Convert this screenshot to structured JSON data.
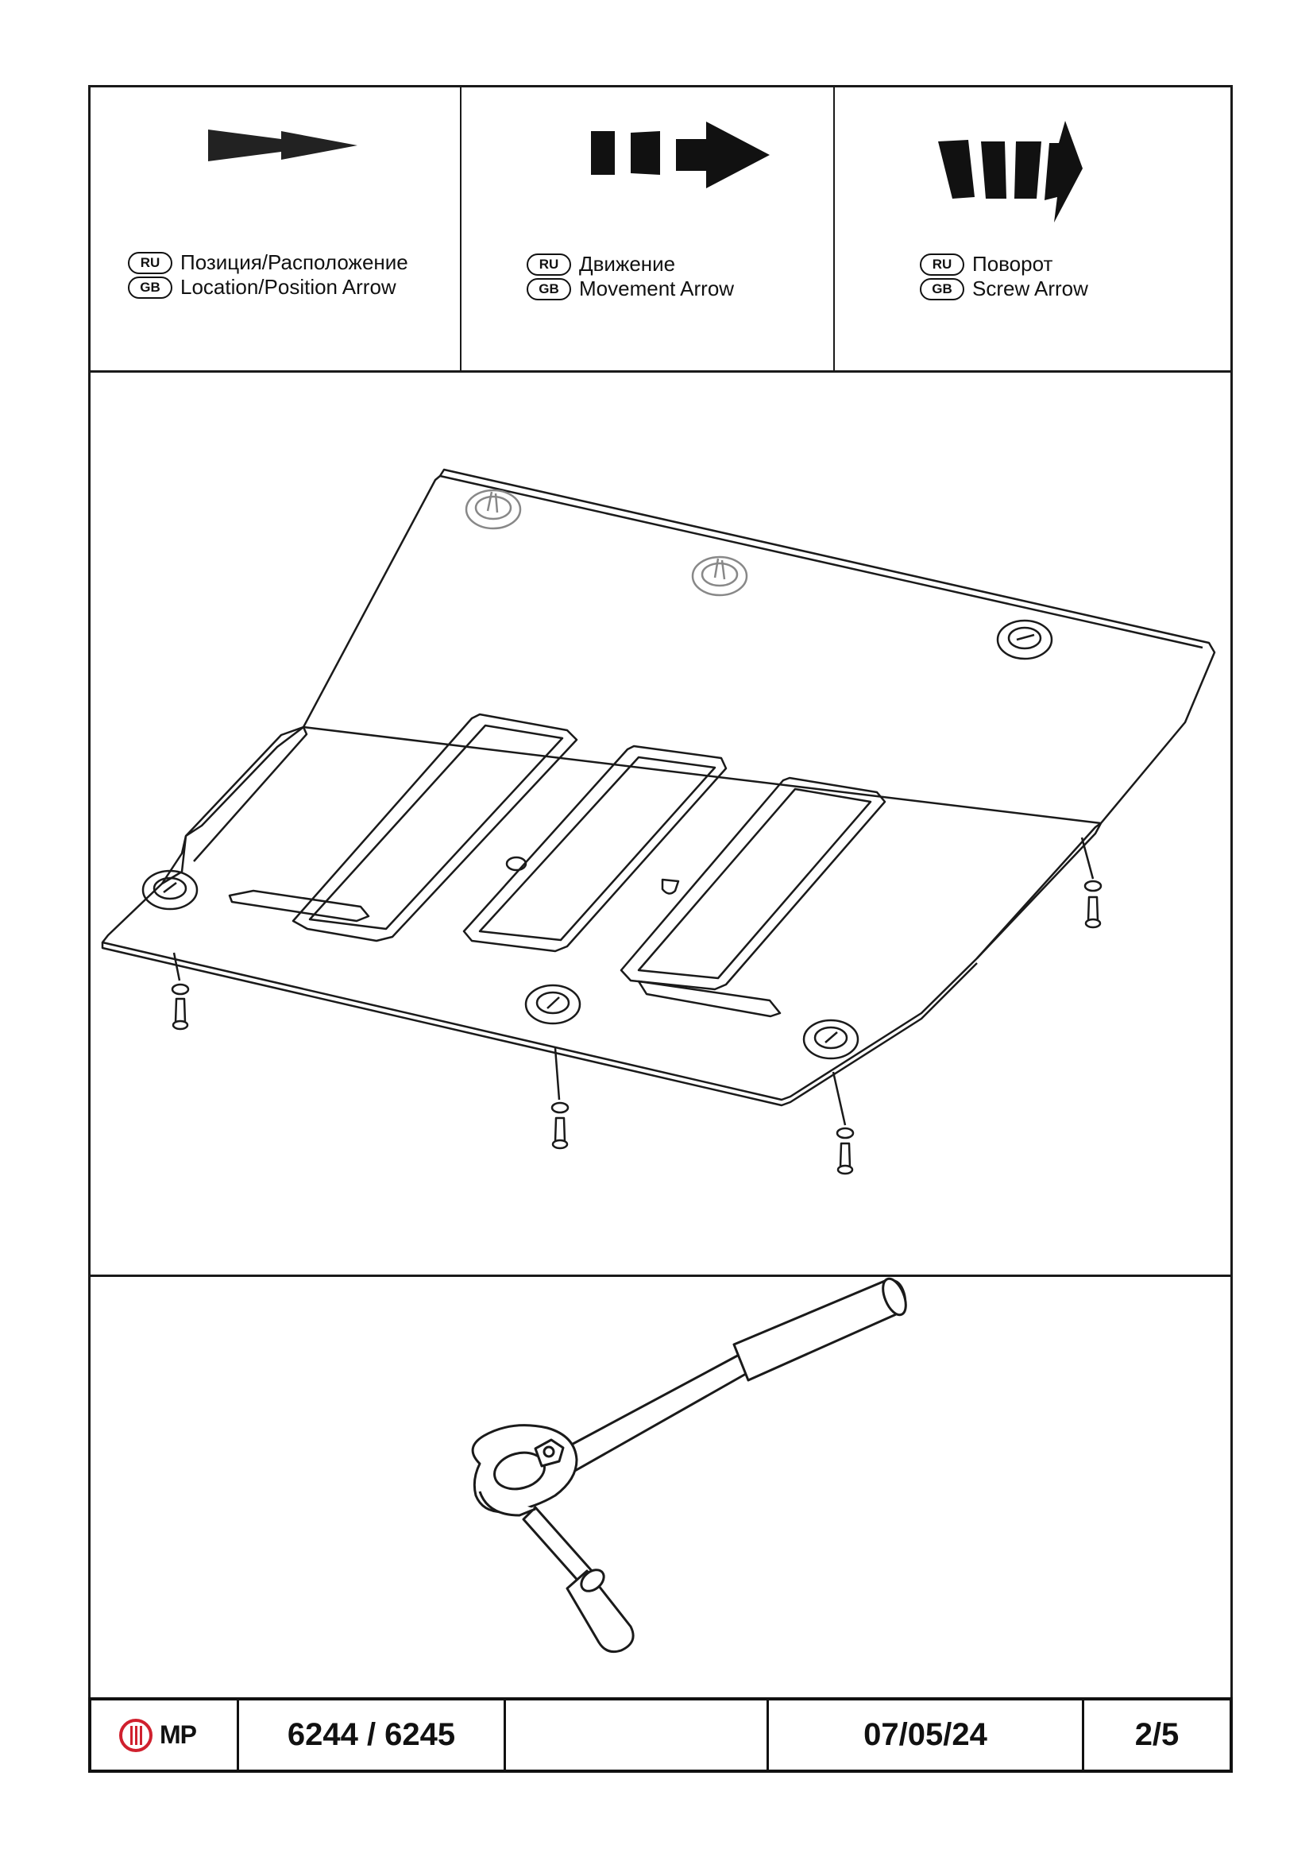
{
  "legend": [
    {
      "icon": "location-arrow-icon",
      "ru_badge": "RU",
      "gb_badge": "GB",
      "ru_text": "Позиция/Расположение",
      "gb_text": "Location/Position Arrow"
    },
    {
      "icon": "movement-arrow-icon",
      "ru_badge": "RU",
      "gb_badge": "GB",
      "ru_text": "Движение",
      "gb_text": "Movement Arrow"
    },
    {
      "icon": "screw-arrow-icon",
      "ru_badge": "RU",
      "gb_badge": "GB",
      "ru_text": "Поворот",
      "gb_text": "Screw Arrow"
    }
  ],
  "drawing": {
    "icon": "skid-plate-assembly-icon"
  },
  "tool": {
    "icon": "ratchet-wrench-icon"
  },
  "footer": {
    "logo_icon": "mp-logo-icon",
    "logo_text": "MP",
    "code": "6244 / 6245",
    "blank": "",
    "date": "07/05/24",
    "page": "2/5"
  },
  "colors": {
    "line": "#1a1a1a",
    "logo_red": "#d0202e"
  }
}
